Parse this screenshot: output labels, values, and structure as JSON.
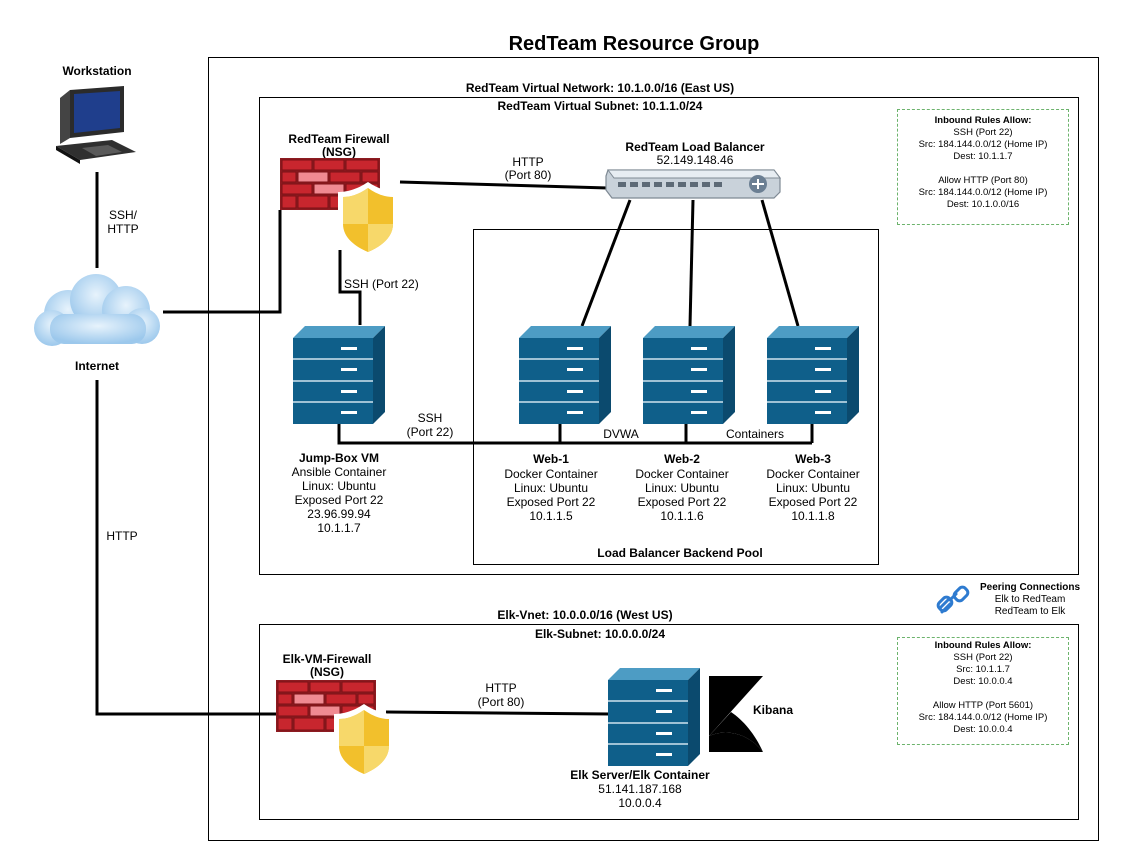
{
  "title": "RedTeam Resource Group",
  "workstation": {
    "label": "Workstation",
    "link_label_1": "SSH/",
    "link_label_2": "HTTP"
  },
  "internet": {
    "label": "Internet",
    "link_label": "HTTP"
  },
  "redteam_vnet": {
    "label": "RedTeam Virtual Network: 10.1.0.0/16 (East US)"
  },
  "redteam_subnet": {
    "label": "RedTeam Virtual Subnet: 10.1.1.0/24"
  },
  "firewall": {
    "label_1": "RedTeam Firewall",
    "label_2": "(NSG)"
  },
  "load_balancer": {
    "label": "RedTeam Load Balancer",
    "ip": "52.149.148.46"
  },
  "http_link": {
    "line1": "HTTP",
    "line2": "(Port 80)"
  },
  "fw_ssh_link": {
    "label": "SSH (Port 22)"
  },
  "jump_ssh_link": {
    "line1": "SSH",
    "line2": "(Port 22)"
  },
  "bus_labels": {
    "dvwa": "DVWA",
    "containers": "Containers"
  },
  "jumpbox": {
    "name": "Jump-Box VM",
    "lines": [
      "Ansible Container",
      "Linux: Ubuntu",
      "Exposed Port 22",
      "23.96.99.94",
      "10.1.1.7"
    ]
  },
  "web_servers": [
    {
      "name": "Web-1",
      "lines": [
        "Docker Container",
        "Linux: Ubuntu",
        "Exposed Port 22",
        "10.1.1.5"
      ]
    },
    {
      "name": "Web-2",
      "lines": [
        "Docker Container",
        "Linux: Ubuntu",
        "Exposed Port 22",
        "10.1.1.6"
      ]
    },
    {
      "name": "Web-3",
      "lines": [
        "Docker Container",
        "Linux: Ubuntu",
        "Exposed Port 22",
        "10.1.1.8"
      ]
    }
  ],
  "backend_pool": {
    "label": "Load Balancer Backend Pool"
  },
  "redteam_rules": {
    "title": "Inbound Rules Allow:",
    "lines": [
      "SSH (Port 22)",
      "Src: 184.144.0.0/12 (Home IP)",
      "Dest: 10.1.1.7",
      "",
      "Allow HTTP (Port 80)",
      "Src: 184.144.0.0/12 (Home IP)",
      "Dest: 10.1.0.0/16"
    ]
  },
  "peering": {
    "title": "Peering Connections",
    "line1": "Elk to RedTeam",
    "line2": "RedTeam to Elk"
  },
  "elk_vnet": {
    "label": "Elk-Vnet: 10.0.0.0/16 (West US)"
  },
  "elk_subnet": {
    "label": "Elk-Subnet: 10.0.0.0/24"
  },
  "elk_firewall": {
    "label_1": "Elk-VM-Firewall",
    "label_2": "(NSG)"
  },
  "elk_http_link": {
    "line1": "HTTP",
    "line2": "(Port 80)"
  },
  "elk_server": {
    "name": "Elk Server/Elk Container",
    "ip_public": "51.141.187.168",
    "ip_private": "10.0.0.4"
  },
  "kibana": {
    "label": "Kibana"
  },
  "elk_rules": {
    "title": "Inbound Rules Allow:",
    "lines": [
      "SSH (Port 22)",
      "Src: 10.1.1.7",
      "Dest: 10.0.0.4",
      "",
      "Allow HTTP (Port 5601)",
      "Src: 184.144.0.0/12 (Home IP)",
      "Dest: 10.0.0.4"
    ]
  },
  "colors": {
    "server_blue": "#0f5f8a",
    "firewall_red": "#c0202a",
    "shield_gold": "#f3c22a",
    "cloud_blue": "#bfdcf4",
    "rules_border": "#6cb36c",
    "peering_blue": "#2e7bd0"
  }
}
